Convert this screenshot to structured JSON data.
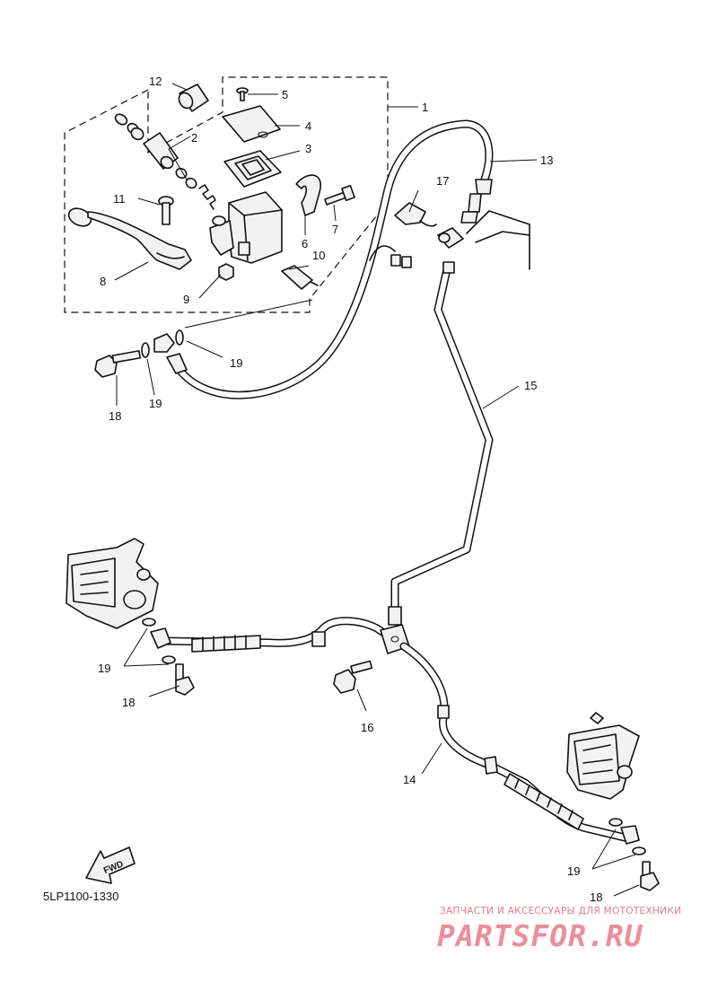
{
  "diagram": {
    "catalog_code": "5LP1100-1330",
    "fwd_label": "FWD",
    "watermark": {
      "subtitle": "ЗАПЧАСТИ И АКСЕССУАРЫ ДЛЯ МОТОТЕХНИКИ",
      "logo": "PARTSFOR.RU"
    },
    "callouts": {
      "c1": "1",
      "c2": "2",
      "c3": "3",
      "c4": "4",
      "c5": "5",
      "c6": "6",
      "c7": "7",
      "c8": "8",
      "c9": "9",
      "c10": "10",
      "c11": "11",
      "c12": "12",
      "c13": "13",
      "c14": "14",
      "c15": "15",
      "c16": "16",
      "c17": "17",
      "c18a": "18",
      "c18b": "18",
      "c18c": "18",
      "c19a": "19",
      "c19b": "19",
      "c19c": "19",
      "c19d": "19"
    }
  }
}
